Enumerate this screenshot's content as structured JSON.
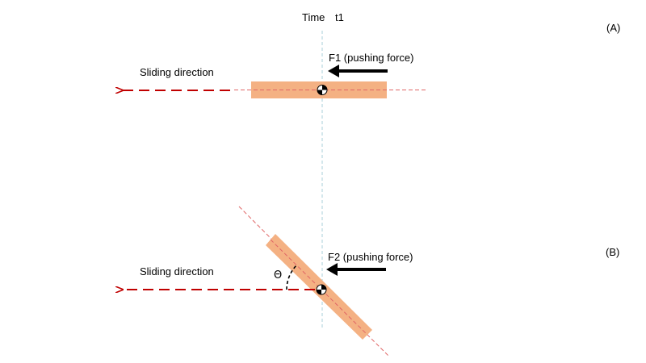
{
  "header": {
    "time_label": "Time",
    "time_value": "t1"
  },
  "panel_a": {
    "tag": "(A)",
    "sliding_label": "Sliding direction",
    "force_label": "F1 (pushing force)"
  },
  "panel_b": {
    "tag": "(B)",
    "sliding_label": "Sliding direction",
    "force_label": "F2 (pushing force)",
    "angle_label": "Θ"
  },
  "colors": {
    "plate_fill": "#f4b183",
    "sliding_arrow": "#c00000",
    "axis_line": "#e06666",
    "time_line": "#a9cfd8",
    "force_arrow": "#000000"
  }
}
